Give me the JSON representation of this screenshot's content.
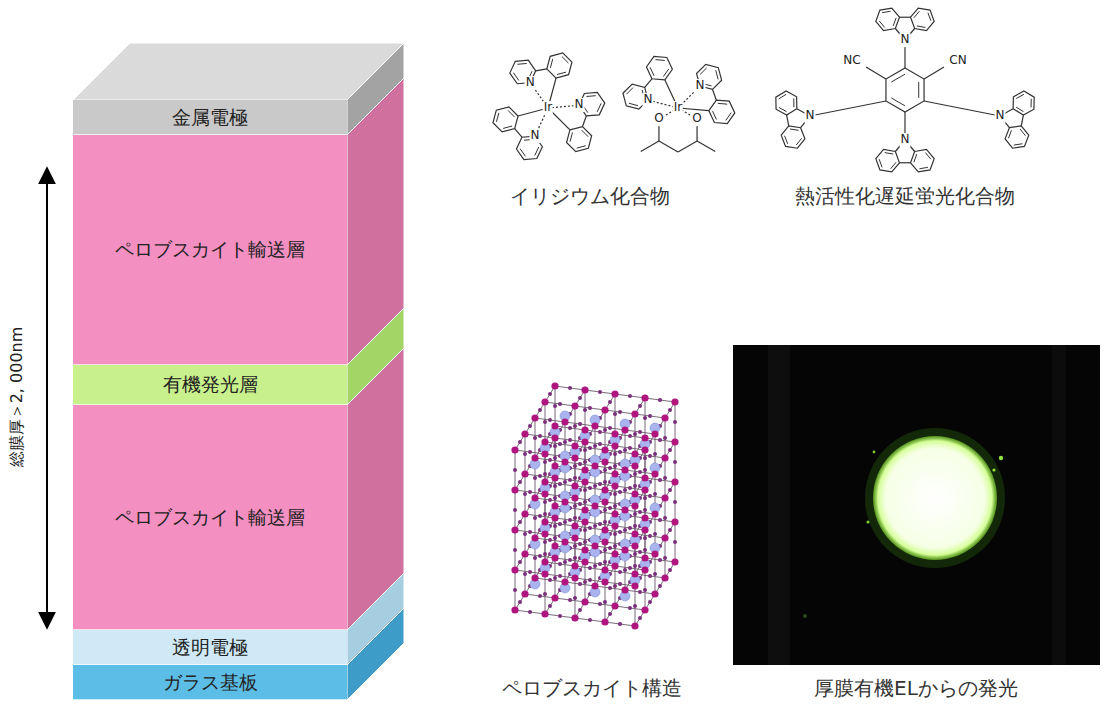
{
  "diagram": {
    "nodes": [
      {
        "text": [
          "金属電極"
        ]
      },
      {
        "text": [
          "ペロブスカイト輸送層"
        ]
      },
      {
        "text": [
          "有機発光層"
        ]
      },
      {
        "text": [
          "ペロブスカイト輸送層"
        ]
      },
      {
        "text": [
          "透明電極"
        ]
      },
      {
        "text": [
          "ガラス基板"
        ]
      }
    ],
    "labels": [
      "総膜厚＞2, 000nm",
      "N",
      "N",
      "Ir",
      "N",
      "N",
      "N",
      "Ir",
      "O",
      "O",
      "NC",
      "CN",
      "N",
      "N",
      "N",
      "N",
      "イリジウム化合物",
      "熱活性化遅延蛍光化合物",
      "ペロブスカイト構造",
      "厚膜有機ELからの発光"
    ]
  }
}
